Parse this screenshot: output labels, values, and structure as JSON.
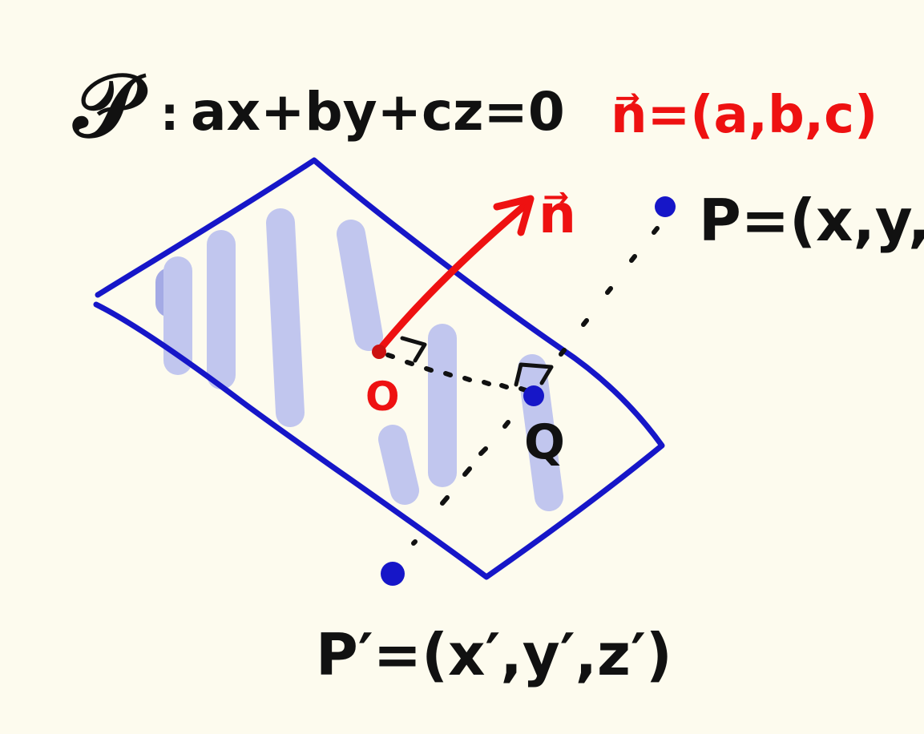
{
  "equation": {
    "plane_symbol": "𝒫",
    "colon": ":",
    "text": "ax+by+cz=0"
  },
  "normal_def": {
    "text": "n⃗=(a,b,c)"
  },
  "labels": {
    "normal": "n⃗",
    "origin": "O",
    "foot": "Q",
    "point_p": "P=(x,y,z)",
    "point_p_prime": "P′=(x′,y′,z′)"
  },
  "colors": {
    "background": "#fdfbee",
    "ink": "#111111",
    "red": "#ee1111",
    "blue": "#1616c8",
    "hatch": "#9aa4ee"
  }
}
